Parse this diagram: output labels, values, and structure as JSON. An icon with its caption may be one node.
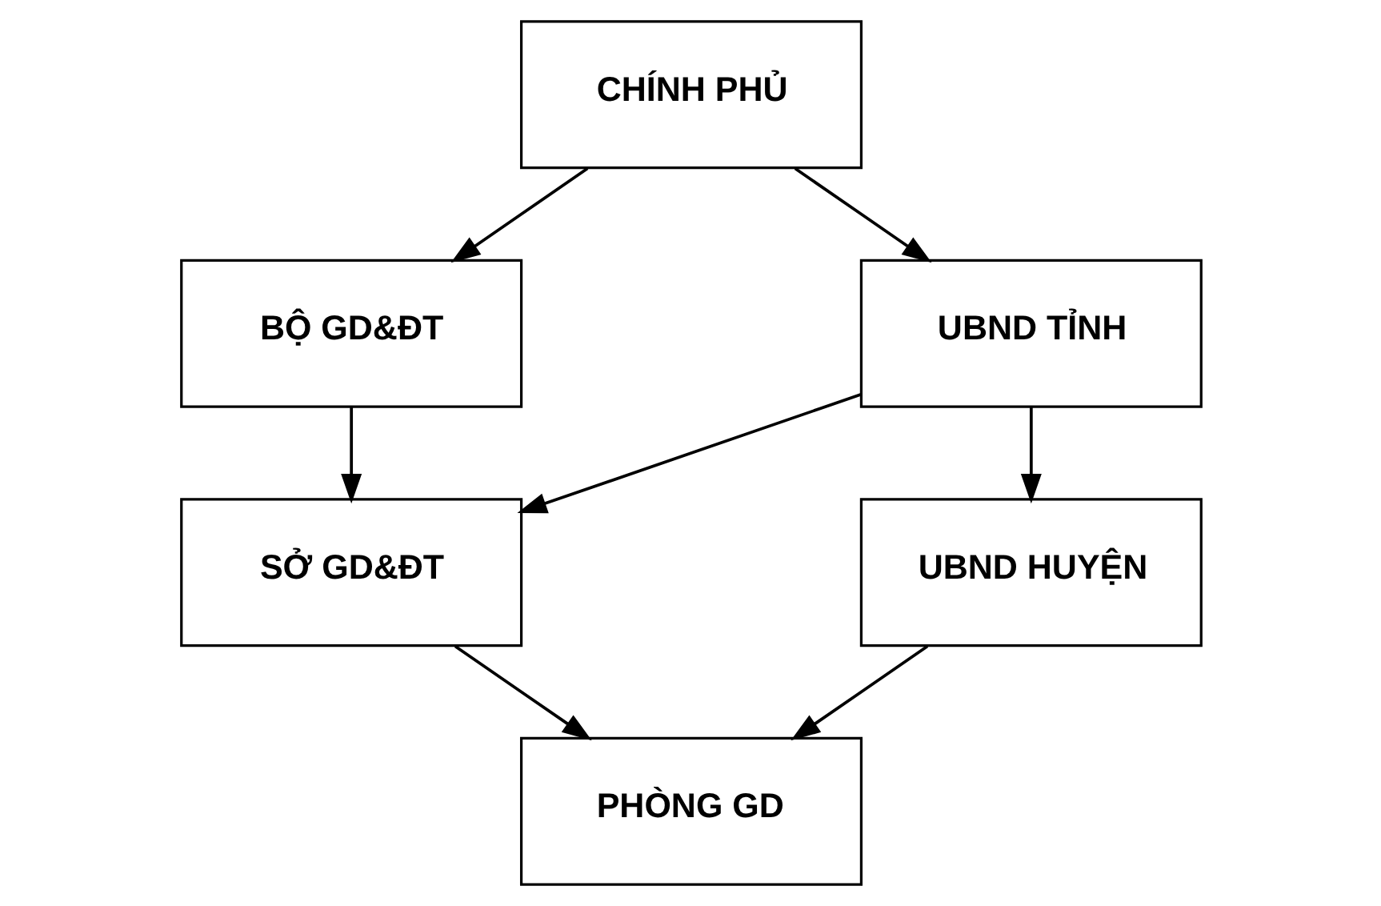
{
  "diagram": {
    "nodes": [
      {
        "text": [
          "CHÍNH PHỦ"
        ]
      },
      {
        "text": [
          "BỘ GD&ĐT"
        ]
      },
      {
        "text": [
          "UBND TỈNH"
        ]
      },
      {
        "text": [
          "SỞ GD&ĐT"
        ]
      },
      {
        "text": [
          "UBND HUYỆN"
        ]
      },
      {
        "text": [
          "PHÒNG GD"
        ]
      }
    ],
    "edges": [
      {
        "from": 0,
        "to": 1,
        "arrow": "to"
      },
      {
        "from": 0,
        "to": 2,
        "arrow": "to"
      },
      {
        "from": 1,
        "to": 3,
        "arrow": "to"
      },
      {
        "from": 2,
        "to": 3,
        "arrow": "to"
      },
      {
        "from": 2,
        "to": 4,
        "arrow": "to"
      },
      {
        "from": 3,
        "to": 5,
        "arrow": "to"
      },
      {
        "from": 4,
        "to": 5,
        "arrow": "to"
      }
    ]
  }
}
